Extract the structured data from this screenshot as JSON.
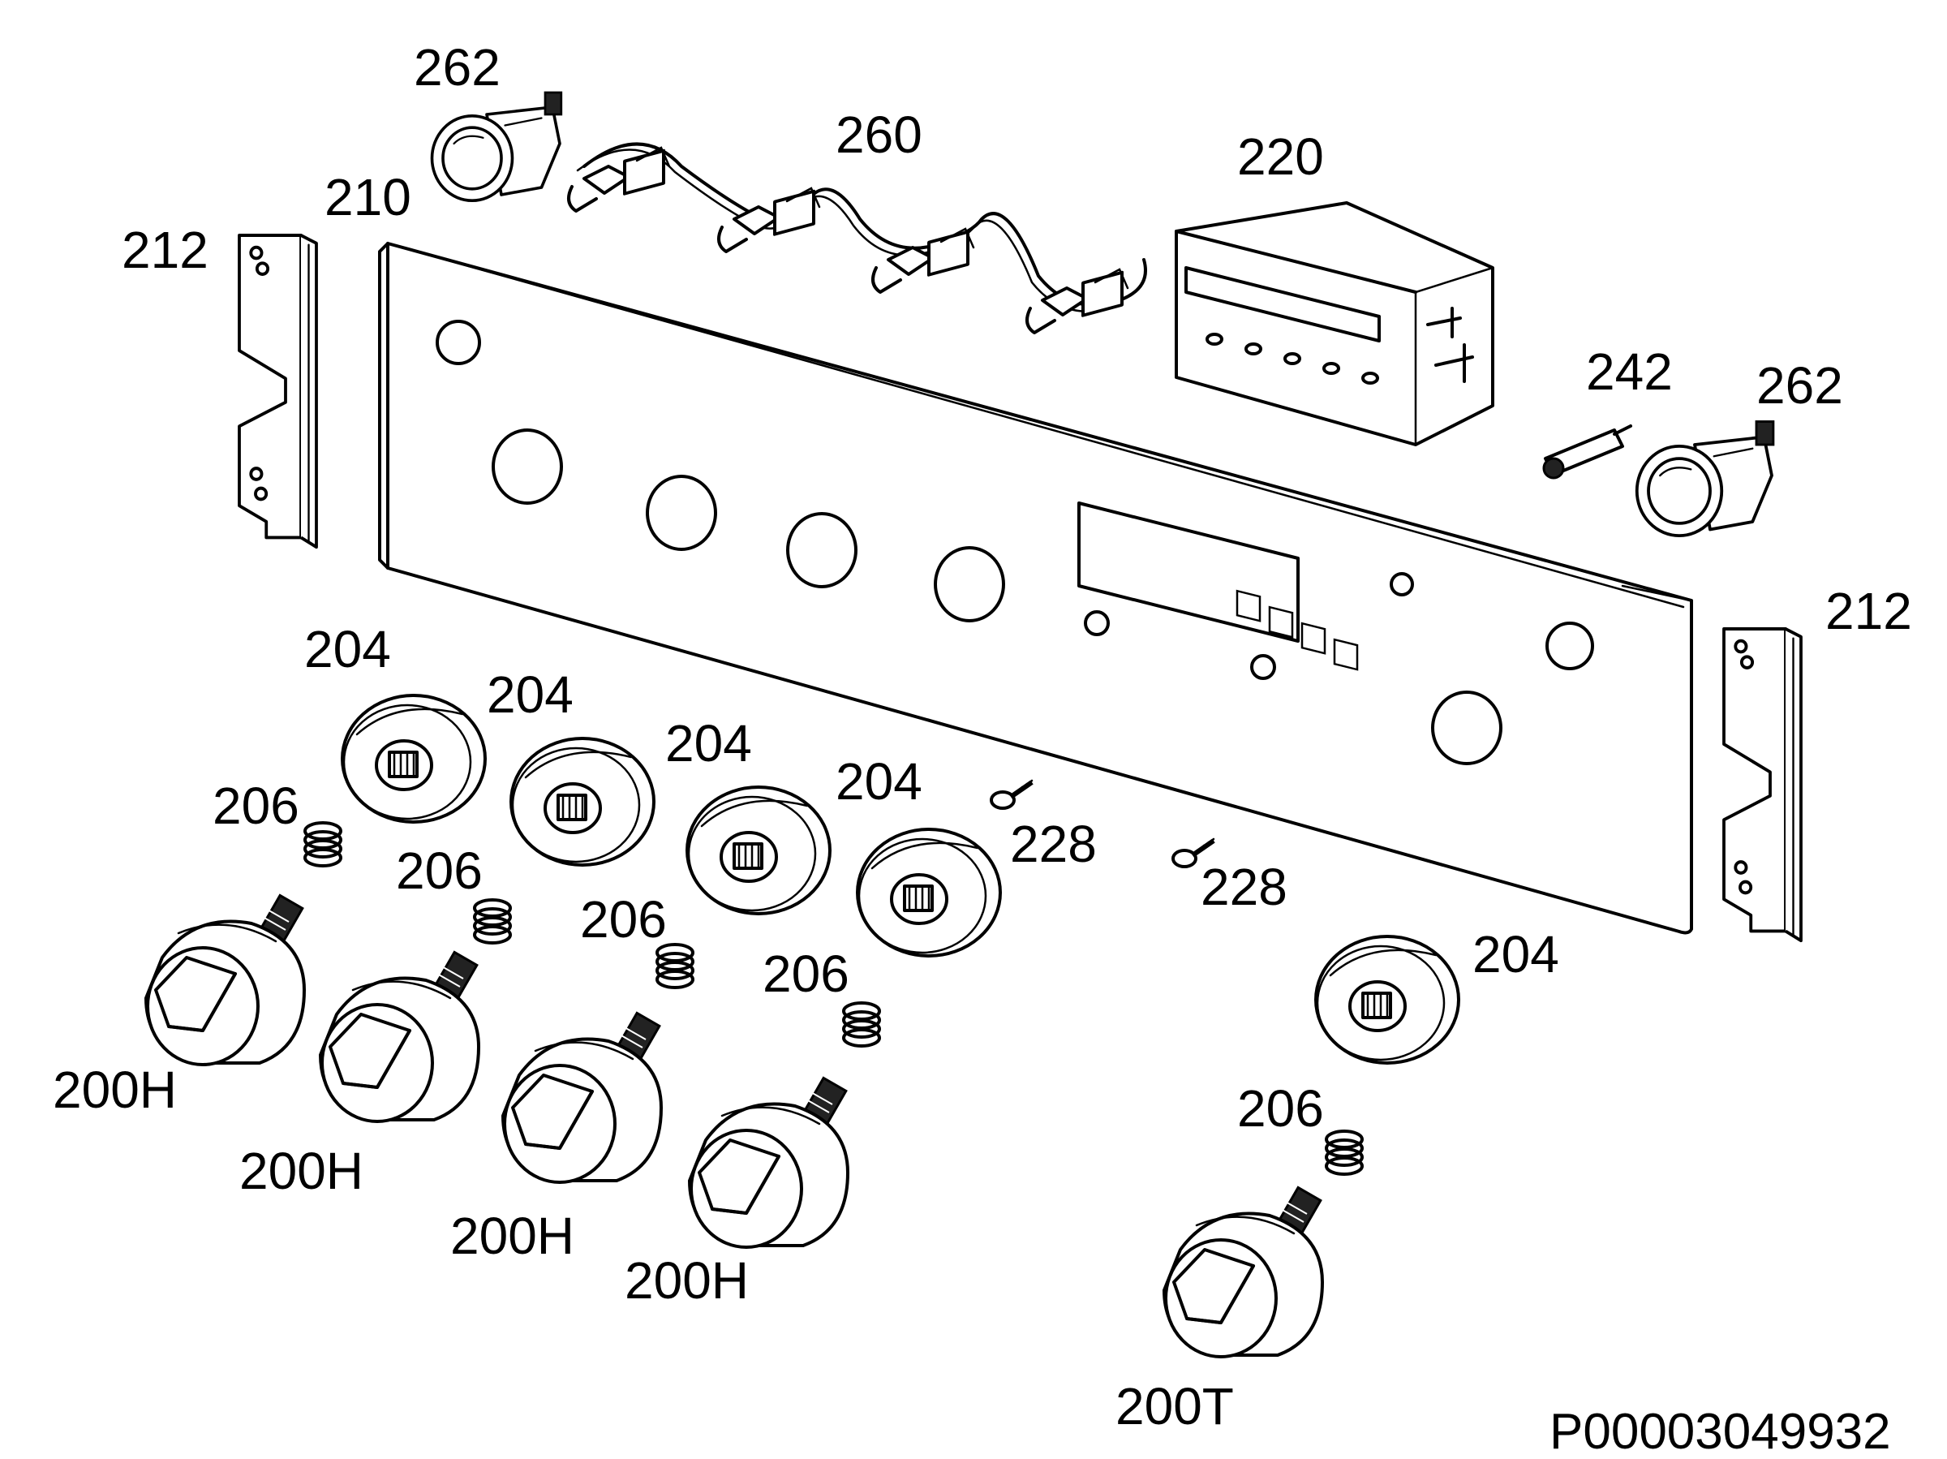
{
  "diagram": {
    "labels": [
      {
        "id": "lbl-262-top",
        "text": "262"
      },
      {
        "id": "lbl-260",
        "text": "260"
      },
      {
        "id": "lbl-220",
        "text": "220"
      },
      {
        "id": "lbl-210",
        "text": "210"
      },
      {
        "id": "lbl-212-left",
        "text": "212"
      },
      {
        "id": "lbl-242",
        "text": "242"
      },
      {
        "id": "lbl-262-right",
        "text": "262"
      },
      {
        "id": "lbl-212-right",
        "text": "212"
      },
      {
        "id": "lbl-204-a",
        "text": "204"
      },
      {
        "id": "lbl-204-b",
        "text": "204"
      },
      {
        "id": "lbl-204-c",
        "text": "204"
      },
      {
        "id": "lbl-204-d",
        "text": "204"
      },
      {
        "id": "lbl-204-e",
        "text": "204"
      },
      {
        "id": "lbl-206-a",
        "text": "206"
      },
      {
        "id": "lbl-206-b",
        "text": "206"
      },
      {
        "id": "lbl-206-c",
        "text": "206"
      },
      {
        "id": "lbl-206-d",
        "text": "206"
      },
      {
        "id": "lbl-206-e",
        "text": "206"
      },
      {
        "id": "lbl-228-a",
        "text": "228"
      },
      {
        "id": "lbl-228-b",
        "text": "228"
      },
      {
        "id": "lbl-200h-a",
        "text": "200H"
      },
      {
        "id": "lbl-200h-b",
        "text": "200H"
      },
      {
        "id": "lbl-200h-c",
        "text": "200H"
      },
      {
        "id": "lbl-200h-d",
        "text": "200H"
      },
      {
        "id": "lbl-200t",
        "text": "200T"
      }
    ],
    "drawing_code": "P00003049932",
    "parts": [
      {
        "id": "210",
        "icon": "control-panel-icon"
      },
      {
        "id": "212",
        "icon": "mounting-bracket-icon"
      },
      {
        "id": "220",
        "icon": "digital-timer-icon"
      },
      {
        "id": "242",
        "icon": "connector-icon"
      },
      {
        "id": "260",
        "icon": "ignition-switch-icon"
      },
      {
        "id": "262",
        "icon": "indicator-lamp-icon"
      },
      {
        "id": "204",
        "icon": "knob-bezel-icon"
      },
      {
        "id": "206",
        "icon": "spring-icon"
      },
      {
        "id": "228",
        "icon": "screw-icon"
      },
      {
        "id": "200H",
        "icon": "hob-knob-icon"
      },
      {
        "id": "200T",
        "icon": "timer-knob-icon"
      }
    ]
  }
}
